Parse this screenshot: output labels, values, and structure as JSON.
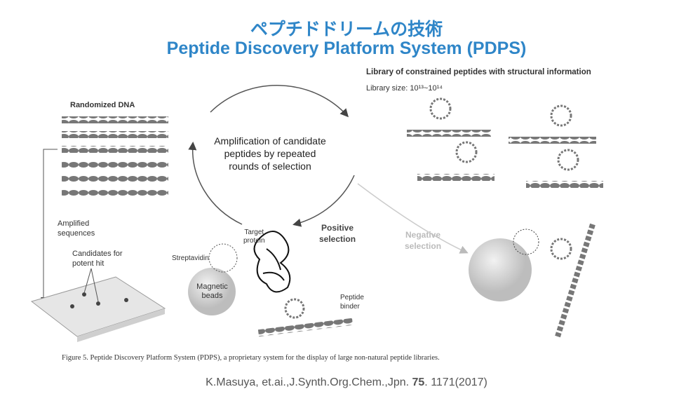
{
  "title_jp": "ペプチドドリームの技術",
  "title_en": "Peptide Discovery Platform System (PDPS)",
  "diagram": {
    "randomized_dna": "Randomized DNA",
    "cycle_text": [
      "Amplification of candidate",
      "peptides by repeated",
      "rounds of selection"
    ],
    "library_title": "Library of constrained peptides with structural information",
    "library_size": "Library size: 10¹³~10¹⁴",
    "amplified": [
      "Amplified",
      "sequences"
    ],
    "candidates": [
      "Candidates for",
      "potent hit"
    ],
    "target": [
      "Target",
      "protein"
    ],
    "streptavidin": "Streptavidin",
    "magnetic": [
      "Magnetic",
      "beads"
    ],
    "positive": [
      "Positive",
      "selection"
    ],
    "negative": [
      "Negative",
      "selection"
    ],
    "peptide_binder": [
      "Peptide",
      "binder"
    ]
  },
  "caption": "Figure 5.   Peptide Discovery Platform System (PDPS), a proprietary system for the display of large non-natural peptide libraries.",
  "citation_pre": "K.Masuya, et.ai.,J.Synth.Org.Chem.,Jpn. ",
  "citation_vol": "75",
  "citation_post": ". 1171(2017)"
}
